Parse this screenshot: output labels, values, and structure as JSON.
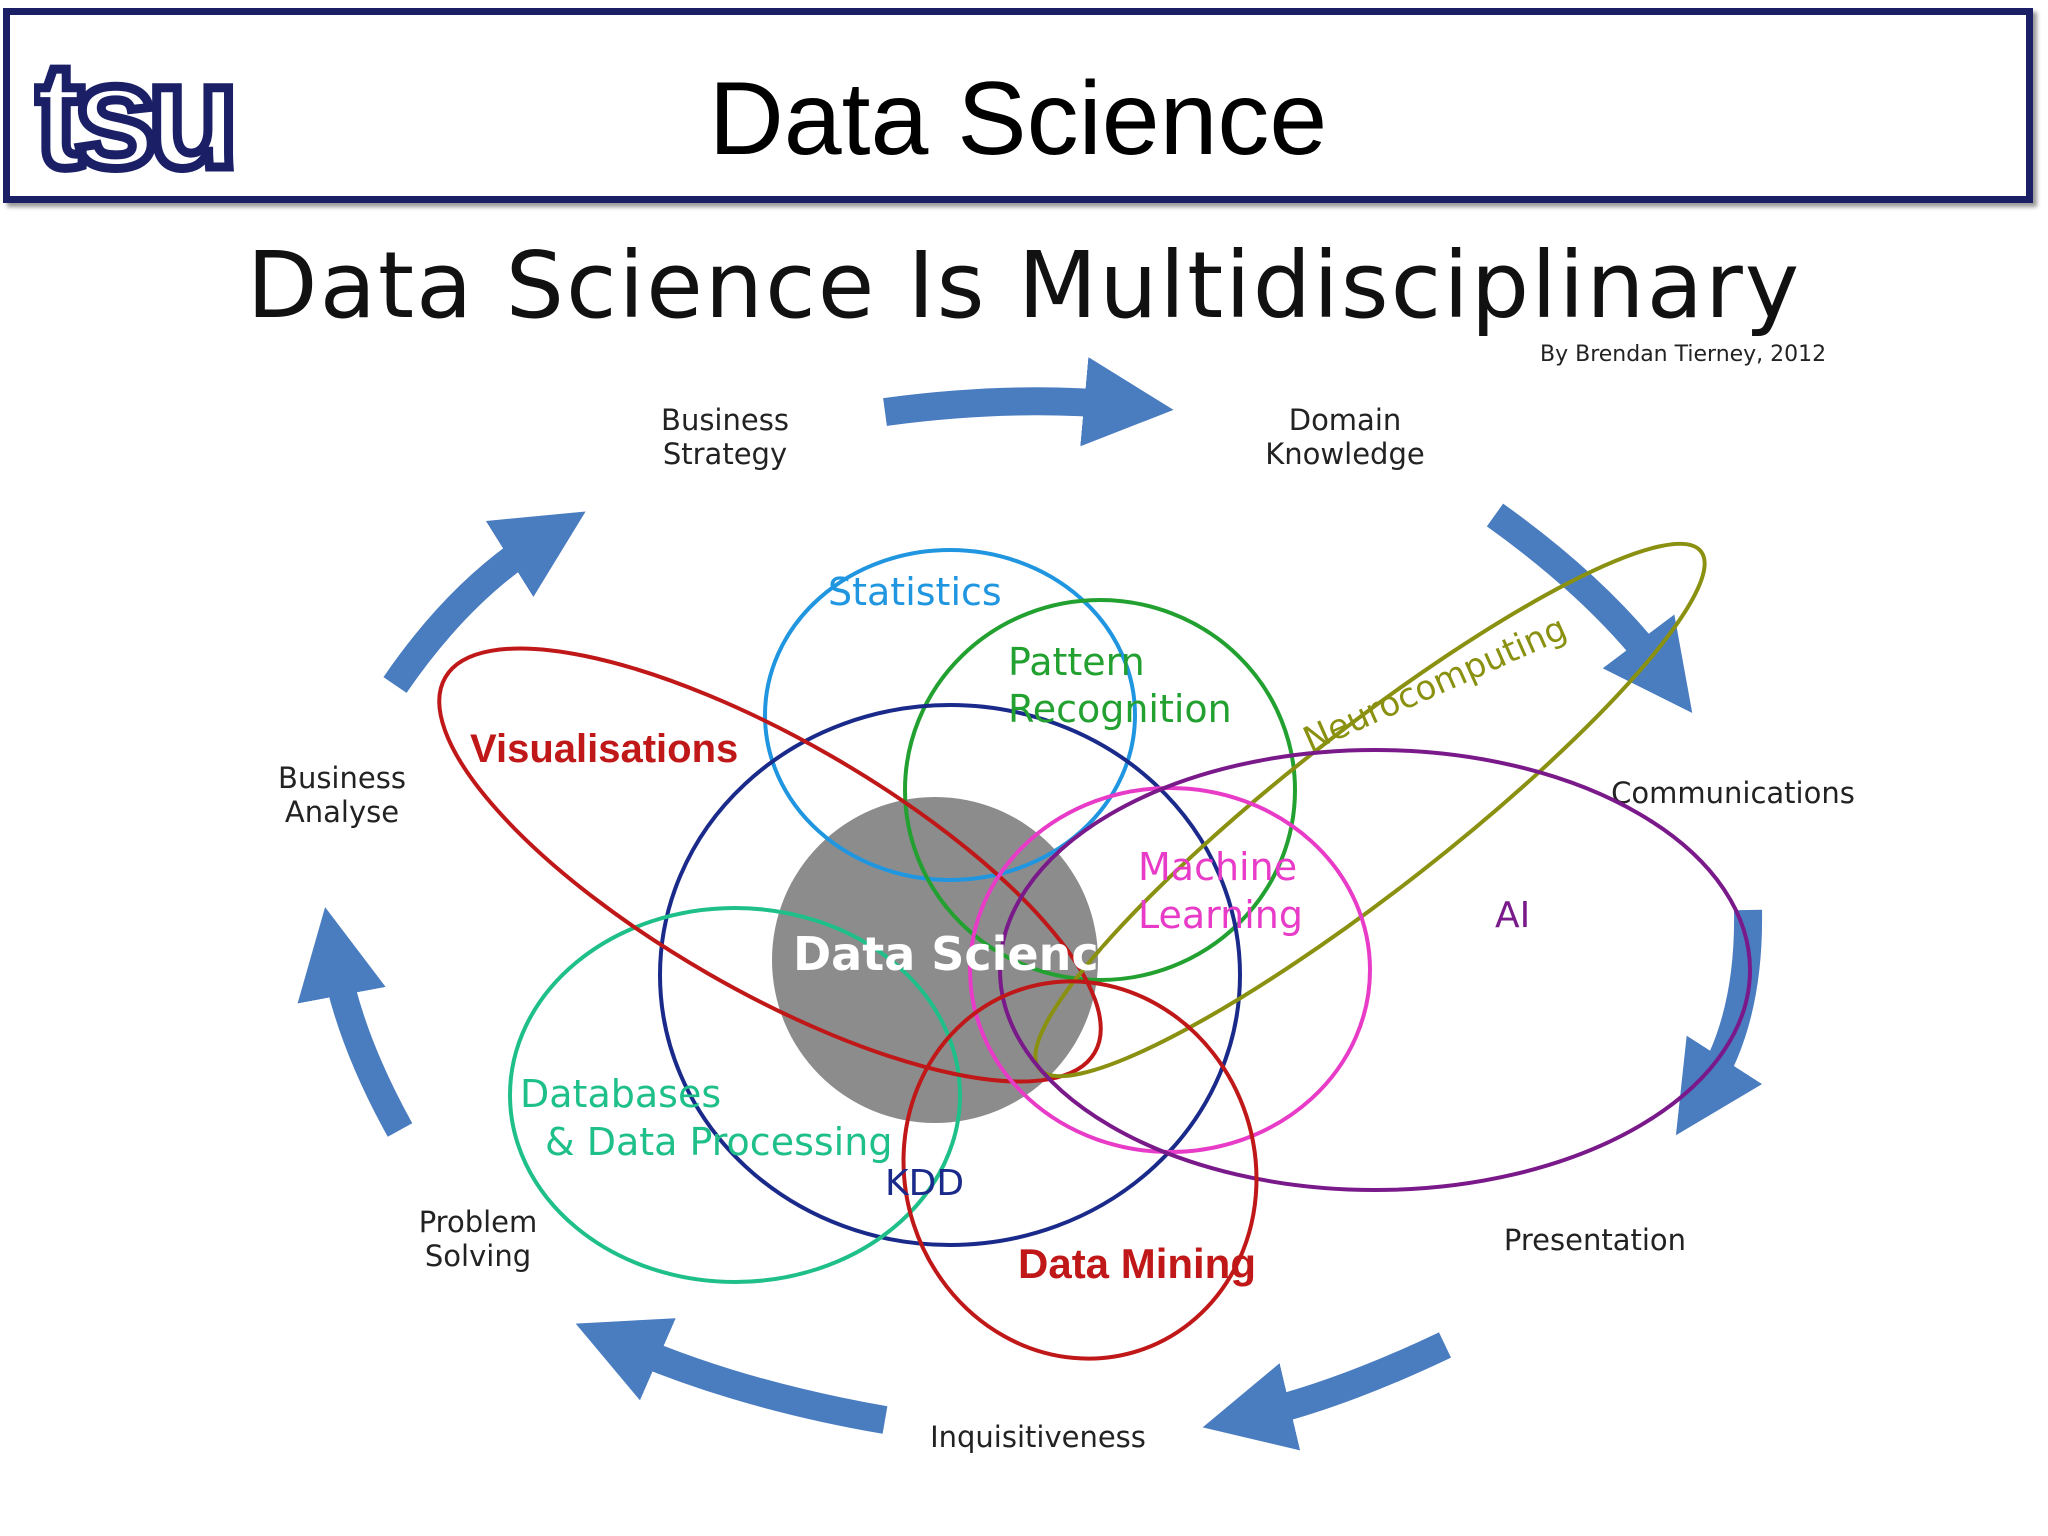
{
  "slide": {
    "title": "Data Science",
    "logo_text": "tsu"
  },
  "heading": "Data Science Is Multidisciplinary",
  "credit": "By Brendan Tierney, 2012",
  "cycle": {
    "business_strategy": [
      "Business",
      "Strategy"
    ],
    "domain_knowledge": [
      "Domain",
      "Knowledge"
    ],
    "communications": "Communications",
    "presentation": "Presentation",
    "inquisitiveness": "Inquisitiveness",
    "problem_solving": [
      "Problem",
      "Solving"
    ],
    "business_analyse": [
      "Business",
      "Analyse"
    ]
  },
  "disciplines": {
    "statistics": "Statistics",
    "pattern_recognition": [
      "Pattern",
      "Recognition"
    ],
    "neurocomputing": "Neurocomputing",
    "visualisations": "Visualisations",
    "machine_learning": [
      "Machine",
      "Learning"
    ],
    "ai": "AI",
    "data_science": "Data Science",
    "databases": [
      "Databases",
      "& Data Processing"
    ],
    "kdd": "KDD",
    "data_mining": "Data Mining"
  },
  "colors": {
    "frame": "#1a1f66",
    "arrow": "#4a7cc0",
    "statistics": "#2196e0",
    "pattern": "#22a030",
    "neuro": "#8a9010",
    "visual": "#c01818",
    "machine": "#e83cc8",
    "ai": "#7a1a8a",
    "kdd": "#1a2a8a",
    "databases": "#1fbf8a",
    "mining": "#c01818",
    "core": "#8c8c8c"
  }
}
